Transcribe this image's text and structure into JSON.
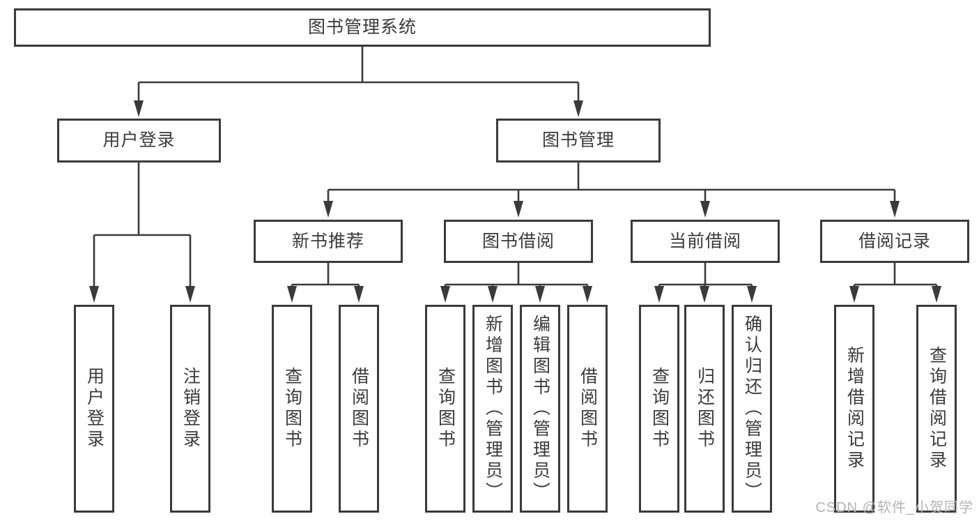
{
  "diagram": {
    "title": "图书管理系统",
    "branches": [
      {
        "label": "用户登录",
        "children": [
          "用户登录",
          "注销登录"
        ]
      },
      {
        "label": "图书管理",
        "sections": [
          {
            "label": "新书推荐",
            "children": [
              "查询图书",
              "借阅图书"
            ]
          },
          {
            "label": "图书借阅",
            "children": [
              "查询图书",
              "新增图书（管理员）",
              "编辑图书（管理员）",
              "借阅图书"
            ]
          },
          {
            "label": "当前借阅",
            "children": [
              "查询图书",
              "归还图书",
              "确认归还（管理员）"
            ]
          },
          {
            "label": "借阅记录",
            "children": [
              "新增借阅记录",
              "查询借阅记录"
            ]
          }
        ]
      }
    ]
  },
  "watermark": {
    "text": "CSDN @软件_小贺同学"
  },
  "colors": {
    "line": "#3a3a3a",
    "text": "#3a3a3a",
    "box_background": "#ffffff",
    "page_background": "#ffffff",
    "watermark": "#b3b3b3"
  }
}
